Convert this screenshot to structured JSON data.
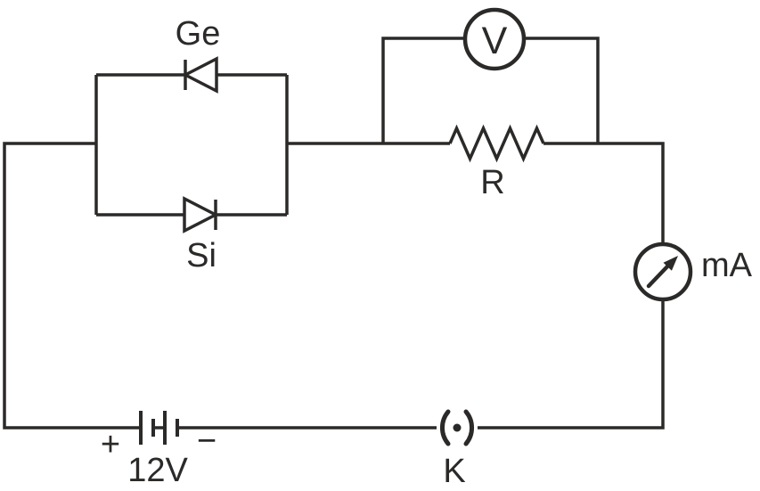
{
  "colors": {
    "ink": "#2b2a29",
    "background": "#ffffff"
  },
  "components": {
    "ge_diode": {
      "label": "Ge"
    },
    "si_diode": {
      "label": "Si"
    },
    "voltmeter": {
      "label": "V"
    },
    "resistor": {
      "label": "R"
    },
    "milliammeter": {
      "label": "mA"
    },
    "battery": {
      "positive": "+",
      "negative": "−",
      "voltage": "12V"
    },
    "key_switch": {
      "label": "K"
    }
  }
}
